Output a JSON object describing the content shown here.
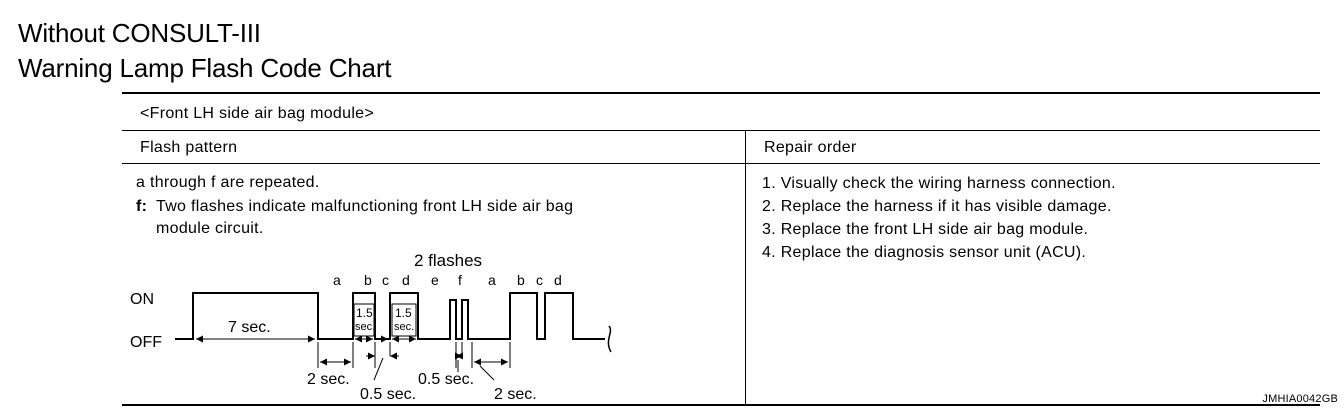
{
  "heading": {
    "line1": "Without CONSULT-III",
    "line2": "Warning Lamp Flash Code Chart"
  },
  "table": {
    "section_title": "<Front LH side air bag module>",
    "col_flash": "Flash pattern",
    "col_repair": "Repair order",
    "flash_note_1": "a through f are repeated.",
    "flash_note_2_prefix": "f:",
    "flash_note_2_text": "Two flashes indicate malfunctioning front LH side air bag",
    "flash_note_2_cont": "module  circuit.",
    "repair_steps": [
      "1. Visually check the wiring harness connection.",
      "2. Replace the harness if it has visible damage.",
      "3. Replace the front LH side air bag module.",
      "4. Replace the diagnosis sensor unit (ACU)."
    ]
  },
  "waveform": {
    "on_label": "ON",
    "off_label": "OFF",
    "flashes_label": "2 flashes",
    "letters_1": [
      "a",
      "b",
      "c",
      "d",
      "e",
      "f"
    ],
    "letters_2": [
      "a",
      "b",
      "c",
      "d"
    ],
    "seven_sec": "7 sec.",
    "one_five_a": "1.5",
    "sec_a": "sec.",
    "one_five_b": "1.5",
    "sec_b": "sec.",
    "two_sec_1": "2 sec.",
    "half_sec_1": "0.5 sec.",
    "half_sec_2": "0.5 sec.",
    "two_sec_2": "2 sec."
  },
  "figure_ref": "JMHIA0042GB"
}
